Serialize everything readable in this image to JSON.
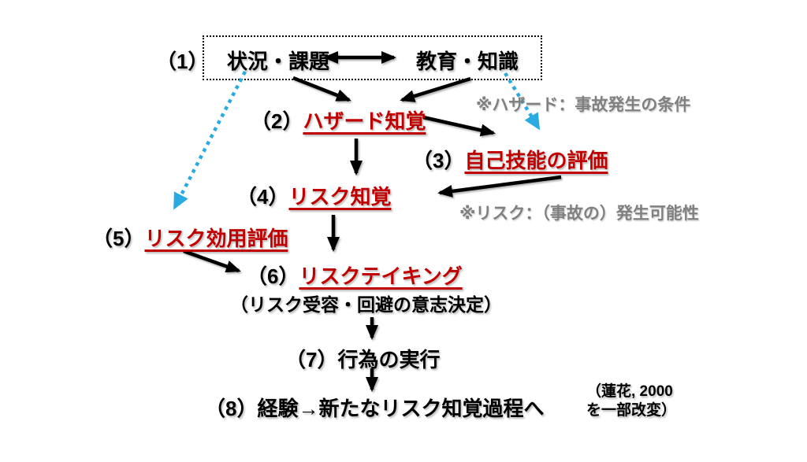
{
  "colors": {
    "emphasis_red": "#C00000",
    "dotted_arrow_cyan": "#29ABE2",
    "note_gray": "#808080",
    "text_black": "#000000",
    "background": "#FFFFFF"
  },
  "step1": {
    "number": "（1）",
    "left": "状況・課題",
    "right": "教育・知識"
  },
  "step2": {
    "number": "（2）",
    "label": "ハザード知覚"
  },
  "step3": {
    "number": "（3）",
    "label": "自己技能の評価"
  },
  "step4": {
    "number": "（4）",
    "label": "リスク知覚"
  },
  "step5": {
    "number": "（5）",
    "label": "リスク効用評価"
  },
  "step6": {
    "number": "（6）",
    "label": "リスクテイキング",
    "sub": "（リスク受容・回避の意志決定）"
  },
  "step7": {
    "number": "（7）",
    "label": "行為の実行"
  },
  "step8": {
    "number": "（8）",
    "label": "経験→新たなリスク知覚過程へ"
  },
  "notes": {
    "hazard": "※ハザード：事故発生の条件",
    "risk": "※リスク：（事故の）発生可能性"
  },
  "citation": {
    "line1": "（蓮花, 2000",
    "line2": "を一部改変）"
  }
}
